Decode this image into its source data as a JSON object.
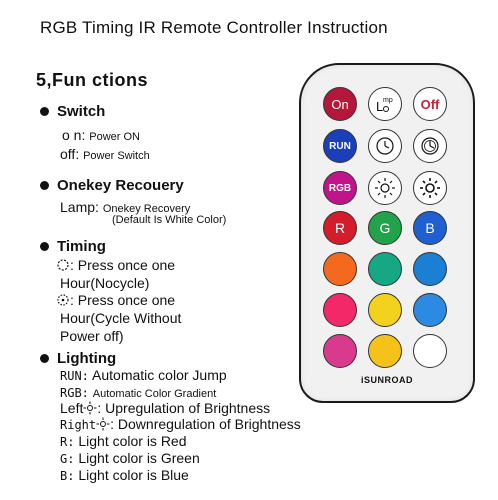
{
  "title": "RGB Timing IR Remote Controller Instruction",
  "section_title": "5,Fun ctions",
  "switch": {
    "heading": "Switch",
    "on_label": "o n:",
    "on_text": "Power ON",
    "off_label": "off:",
    "off_text": "Power Switch"
  },
  "recovery": {
    "heading": "Onekey Recouery",
    "lamp_label": "Lamp:",
    "lamp_text": "Onekey Recovery",
    "lamp_note": "(Default Is White Color)"
  },
  "timing": {
    "heading": "Timing",
    "line1": ": Press once one",
    "line2": "Hour(Nocycle)",
    "line3": ": Press once one",
    "line4": "Hour(Cycle Without",
    "line5": "Power off)"
  },
  "lighting": {
    "heading": "Lighting",
    "items": [
      {
        "label": "RUN:",
        "text": "Automatic color Jump"
      },
      {
        "label": "RGB:",
        "text": "Automatic Color Gradient"
      },
      {
        "label": "Left",
        "text": ": Upregulation of Brightness"
      },
      {
        "label": "Right",
        "text": ": Downregulation of Brightness"
      },
      {
        "label": "R:",
        "text": "Light color is Red"
      },
      {
        "label": "G:",
        "text": "Light color is Green"
      },
      {
        "label": "B:",
        "text": "Light color is Blue"
      }
    ]
  },
  "remote": {
    "brand": "iSUNROAD",
    "buttons": {
      "on": "On",
      "off": "Off",
      "run": "RUN",
      "rgb": "RGB",
      "r": "R",
      "g": "G",
      "b": "B"
    },
    "colors": {
      "on": "#b5173a",
      "off": "#ffffff",
      "run": "#1a3fb8",
      "rgb": "#c2148a",
      "r": "#d41d2a",
      "g": "#22a24a",
      "b": "#1f5fd0",
      "row5": [
        "#f36a1e",
        "#16a785",
        "#1b7fd4"
      ],
      "row6": [
        "#f22868",
        "#f3d21d",
        "#2c8be0"
      ],
      "row7": [
        "#d93a8e",
        "#f5c21a",
        "#ffffff"
      ]
    }
  }
}
